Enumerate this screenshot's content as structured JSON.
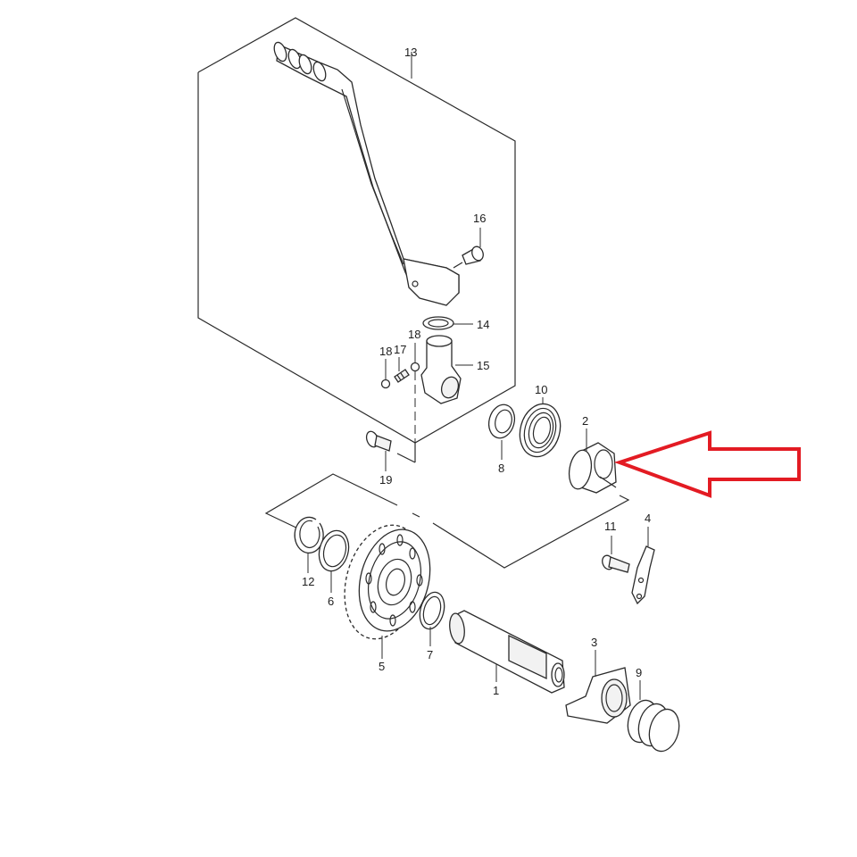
{
  "diagram": {
    "type": "exploded-parts-diagram",
    "subject": "kick starter assembly",
    "highlight": {
      "target_part": "2",
      "arrow_color": "#e31b23",
      "direction": "left"
    },
    "parts": [
      {
        "id": "p1",
        "number": "1",
        "shape": "shaft"
      },
      {
        "id": "p2",
        "number": "2",
        "shape": "guide"
      },
      {
        "id": "p3",
        "number": "3",
        "shape": "ratchet"
      },
      {
        "id": "p4",
        "number": "4",
        "shape": "stopper-plate"
      },
      {
        "id": "p5",
        "number": "5",
        "shape": "gear"
      },
      {
        "id": "p6",
        "number": "6",
        "shape": "washer"
      },
      {
        "id": "p7",
        "number": "7",
        "shape": "washer"
      },
      {
        "id": "p8",
        "number": "8",
        "shape": "oil-seal"
      },
      {
        "id": "p9",
        "number": "9",
        "shape": "spring"
      },
      {
        "id": "p10",
        "number": "10",
        "shape": "return-spring"
      },
      {
        "id": "p11",
        "number": "11",
        "shape": "bolt"
      },
      {
        "id": "p12",
        "number": "12",
        "shape": "circlip"
      },
      {
        "id": "p13",
        "number": "13",
        "shape": "kick-lever-assembly"
      },
      {
        "id": "p14",
        "number": "14",
        "shape": "o-ring"
      },
      {
        "id": "p15",
        "number": "15",
        "shape": "lever-boss"
      },
      {
        "id": "p16",
        "number": "16",
        "shape": "bolt"
      },
      {
        "id": "p17",
        "number": "17",
        "shape": "spring"
      },
      {
        "id": "p18a",
        "number": "18",
        "shape": "ball"
      },
      {
        "id": "p18b",
        "number": "18",
        "shape": "ball"
      },
      {
        "id": "p19",
        "number": "19",
        "shape": "bolt"
      }
    ]
  },
  "labels": {
    "l1": "1",
    "l2": "2",
    "l3": "3",
    "l4": "4",
    "l5": "5",
    "l6": "6",
    "l7": "7",
    "l8": "8",
    "l9": "9",
    "l10": "10",
    "l11": "11",
    "l12": "12",
    "l13": "13",
    "l14": "14",
    "l15": "15",
    "l16": "16",
    "l17": "17",
    "l18a": "18",
    "l18b": "18",
    "l19": "19"
  }
}
